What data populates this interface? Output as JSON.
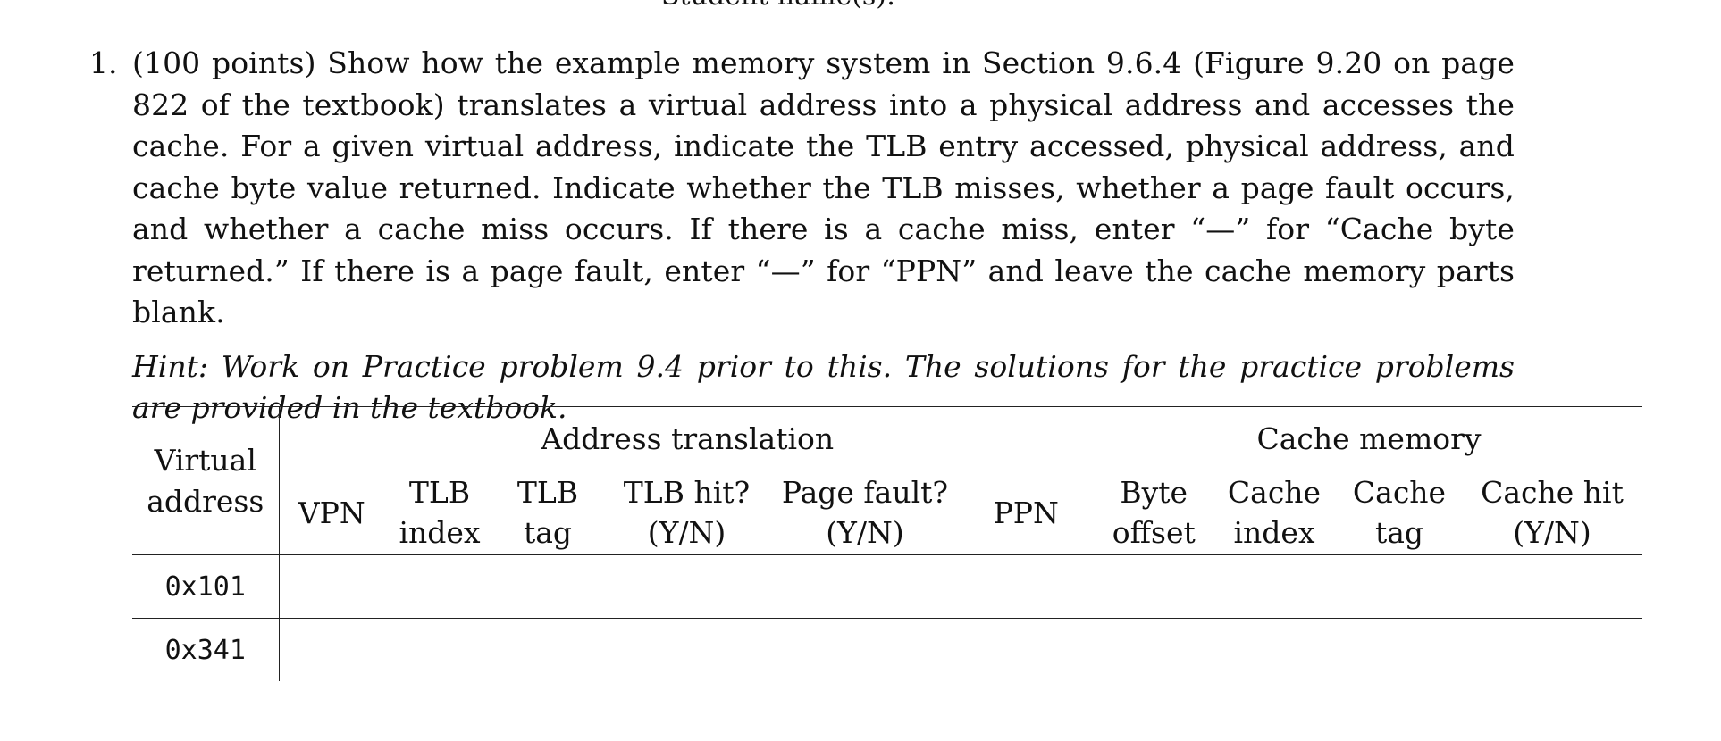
{
  "header": {
    "cut_text": "Student name(s):"
  },
  "problem": {
    "number": "1.",
    "text": "(100 points) Show how the example memory system in Section 9.6.4 (Figure 9.20 on page 822 of the textbook) translates a virtual address into a physical address and accesses the cache. For a given virtual address, indicate the TLB entry accessed, physical address, and cache byte value returned. Indicate whether the TLB misses, whether a page fault occurs, and whether a cache miss occurs. If there is a cache miss, enter “—” for “Cache byte returned.” If there is a page fault, enter “—” for “PPN” and leave the cache memory parts blank.",
    "hint": "Hint: Work on Practice problem 9.4 prior to this. The solutions for the practice problems are provided in the textbook."
  },
  "table": {
    "va_header_line1": "Virtual",
    "va_header_line2": "address",
    "group_address_translation": "Address translation",
    "group_cache_memory": "Cache memory",
    "columns": {
      "vpn": "VPN",
      "tlb_index_1": "TLB",
      "tlb_index_2": "index",
      "tlb_tag_1": "TLB",
      "tlb_tag_2": "tag",
      "tlb_hit_1": "TLB hit?",
      "tlb_hit_2": "(Y/N)",
      "page_fault_1": "Page fault?",
      "page_fault_2": "(Y/N)",
      "ppn": "PPN",
      "byte_offset_1": "Byte",
      "byte_offset_2": "offset",
      "cache_index_1": "Cache",
      "cache_index_2": "index",
      "cache_tag_1": "Cache",
      "cache_tag_2": "tag",
      "cache_hit_1": "Cache hit",
      "cache_hit_2": "(Y/N)"
    },
    "rows": [
      {
        "virtual_address": "0x101"
      },
      {
        "virtual_address": "0x341"
      }
    ]
  }
}
